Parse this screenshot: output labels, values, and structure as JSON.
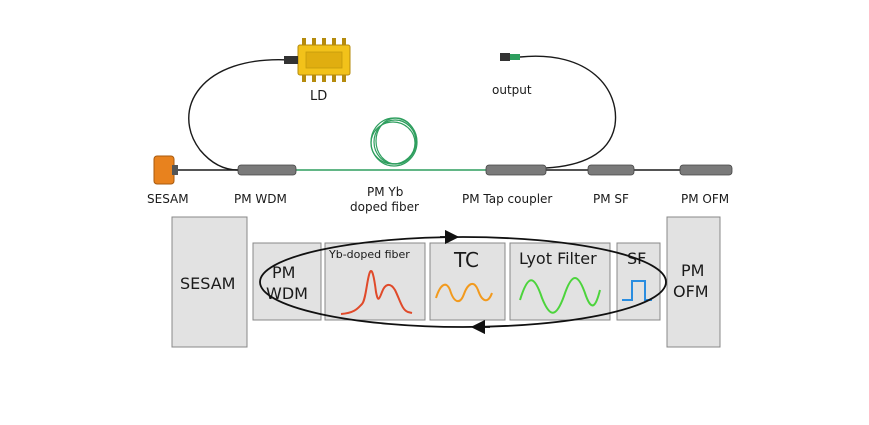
{
  "setup": {
    "ld": "LD",
    "output": "output",
    "sesam": "SESAM",
    "pm_wdm": "PM WDM",
    "pm_yb_line1": "PM Yb",
    "pm_yb_line2": "doped fiber",
    "pm_tap_coupler": "PM Tap coupler",
    "pm_sf": "PM SF",
    "pm_ofm": "PM OFM"
  },
  "schematic": {
    "sesam": "SESAM",
    "wdm_line1": "PM",
    "wdm_line2": "WDM",
    "yb": "Yb-doped fiber",
    "tc": "TC",
    "lyot": "Lyot Filter",
    "sf": "SF",
    "ofm_line1": "PM",
    "ofm_line2": "OFM"
  },
  "colors": {
    "fiber": "#1a1a1a",
    "green_fiber": "#2e9e5e",
    "sesam_orange": "#e8821e",
    "ld_yellow": "#f2c21a",
    "box_fill": "#e2e2e2",
    "yb_curve": "#e04a2a",
    "tc_curve": "#f29a1e",
    "lyot_curve": "#4cd43c",
    "sf_curve": "#2a8de0"
  }
}
